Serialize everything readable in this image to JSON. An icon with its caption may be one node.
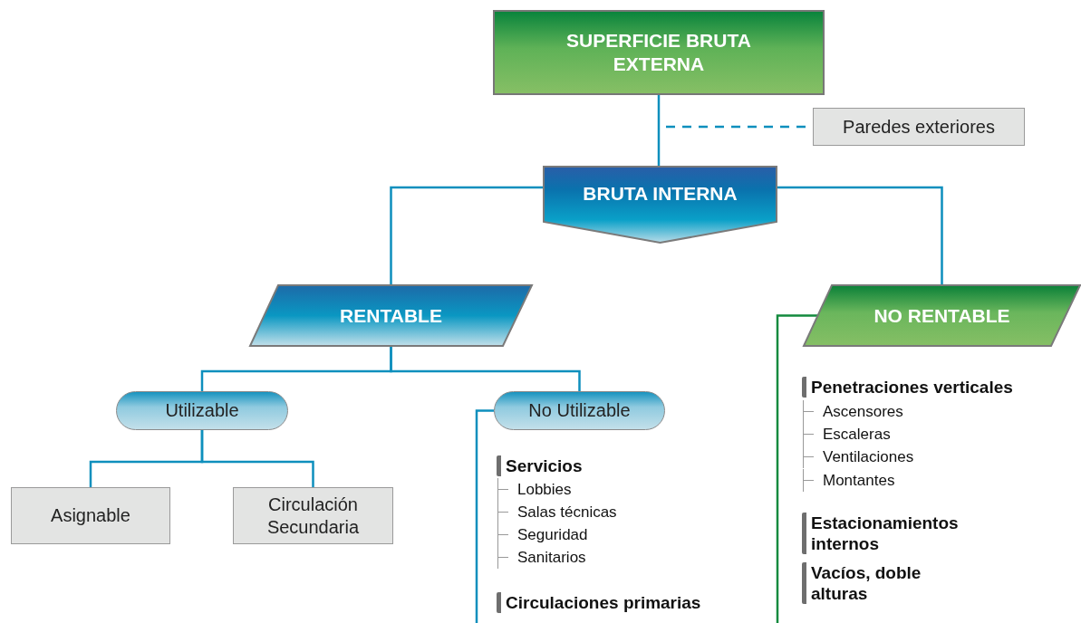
{
  "diagram": {
    "nodes": [
      {
        "text": [
          "SUPERFICIE BRUTA EXTERNA"
        ]
      },
      {
        "text": [
          "Paredes exteriores"
        ]
      },
      {
        "text": [
          "BRUTA INTERNA"
        ]
      },
      {
        "text": [
          "RENTABLE"
        ]
      },
      {
        "text": [
          "NO RENTABLE"
        ]
      },
      {
        "text": [
          "Utilizable"
        ]
      },
      {
        "text": [
          "No Utilizable"
        ]
      },
      {
        "text": [
          "Asignable"
        ]
      },
      {
        "text": [
          "Circulación Secundaria"
        ]
      }
    ],
    "edges": [
      {
        "from": 0,
        "to": 2,
        "arrow": "none"
      },
      {
        "from": 0,
        "to": 1,
        "arrow": "none",
        "style": "dashed"
      },
      {
        "from": 2,
        "to": 3,
        "arrow": "none"
      },
      {
        "from": 2,
        "to": 4,
        "arrow": "none"
      },
      {
        "from": 3,
        "to": 5,
        "arrow": "none"
      },
      {
        "from": 3,
        "to": 6,
        "arrow": "none"
      },
      {
        "from": 5,
        "to": 7,
        "arrow": "none"
      },
      {
        "from": 5,
        "to": 8,
        "arrow": "none"
      },
      {
        "from": 6,
        "to": null,
        "arrow": "none"
      },
      {
        "from": 4,
        "to": null,
        "arrow": "none",
        "color": "#138a3e"
      }
    ],
    "labels": [
      "Servicios",
      "Lobbies",
      "Salas técnicas",
      "Seguridad",
      "Sanitarios",
      "Circulaciones primarias",
      "Penetraciones verticales",
      "Ascensores",
      "Escaleras",
      "Ventilaciones",
      "Montantes",
      "Estacionamientos internos",
      "Vacíos, doble alturas"
    ]
  }
}
